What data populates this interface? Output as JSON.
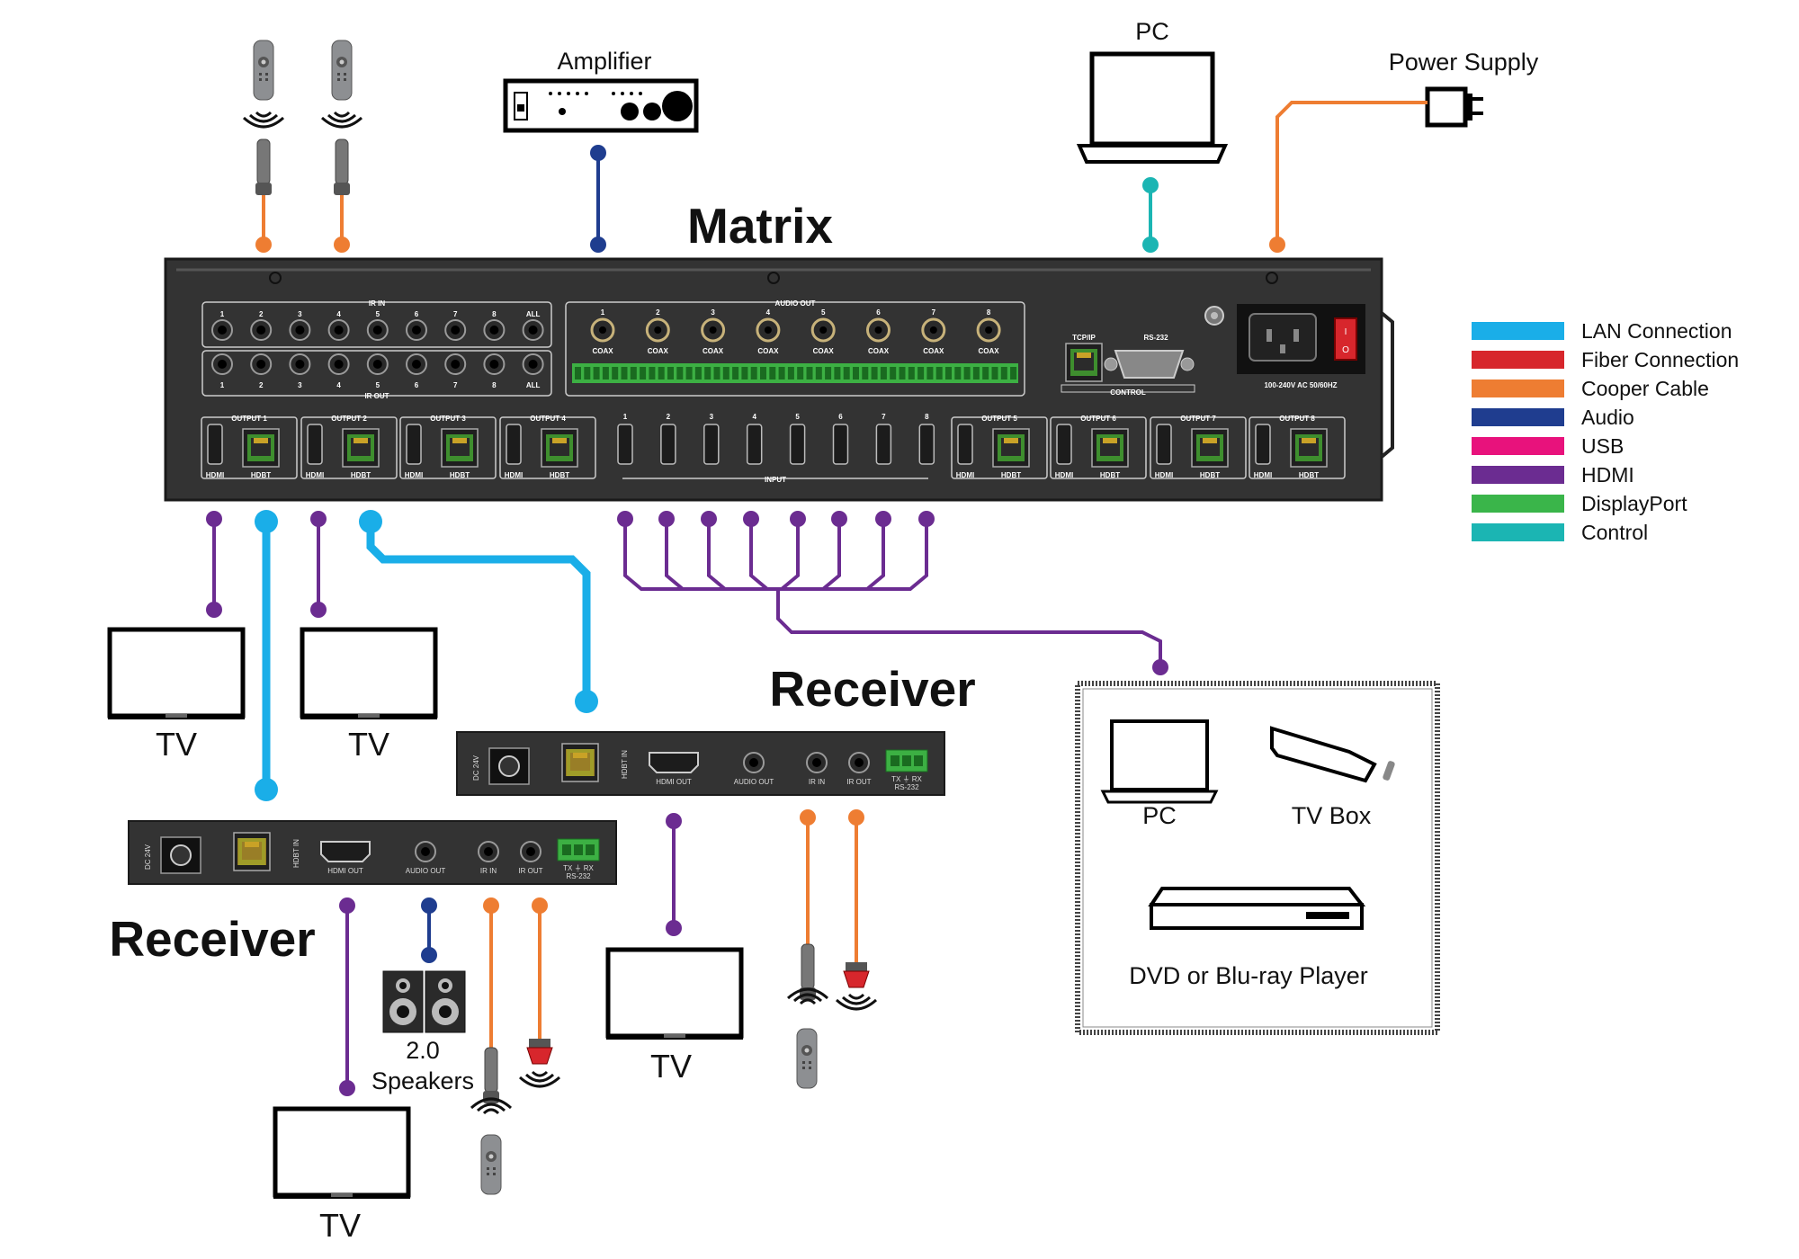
{
  "titles": {
    "matrix": "Matrix",
    "receiver_right": "Receiver",
    "receiver_left": "Receiver"
  },
  "devices": {
    "amplifier": "Amplifier",
    "pc_top": "PC",
    "power_supply": "Power Supply",
    "tv": "TV",
    "speakers_line1": "2.0",
    "speakers_line2": "Speakers",
    "source_pc": "PC",
    "source_tvbox": "TV Box",
    "source_dvd": "DVD or Blu-ray Player"
  },
  "legend": [
    {
      "label": "LAN Connection",
      "color": "#1aaee8"
    },
    {
      "label": "Fiber Connection",
      "color": "#d7262c"
    },
    {
      "label": "Cooper Cable",
      "color": "#ee7d32"
    },
    {
      "label": "Audio",
      "color": "#1f3d8f"
    },
    {
      "label": "USB",
      "color": "#e8127c"
    },
    {
      "label": "HDMI",
      "color": "#6b2c91"
    },
    {
      "label": "DisplayPort",
      "color": "#3ab54a"
    },
    {
      "label": "Control",
      "color": "#1bb5b3"
    }
  ],
  "panel": {
    "ir_in": "IR IN",
    "ir_out": "IR OUT",
    "ir_numbers": [
      "1",
      "2",
      "3",
      "4",
      "5",
      "6",
      "7",
      "8",
      "ALL"
    ],
    "audio_out": "AUDIO OUT",
    "audio_numbers": [
      "1",
      "2",
      "3",
      "4",
      "5",
      "6",
      "7",
      "8"
    ],
    "coax": "COAX",
    "tcpip": "TCP/IP",
    "rs232": "RS-232",
    "control": "CONTROL",
    "power_rating": "100-240V AC 50/60HZ",
    "outputs": [
      "OUTPUT 1",
      "OUTPUT 2",
      "OUTPUT 3",
      "OUTPUT 4",
      "OUTPUT 5",
      "OUTPUT 6",
      "OUTPUT 7",
      "OUTPUT 8"
    ],
    "hdmi": "HDMI",
    "hdbt": "HDBT",
    "input": "INPUT",
    "input_numbers": [
      "1",
      "2",
      "3",
      "4",
      "5",
      "6",
      "7",
      "8"
    ]
  },
  "receiver_panel": {
    "dc": "DC 24V",
    "hdbt_in": "HDBT IN",
    "hdmi_out": "HDMI OUT",
    "audio_out": "AUDIO OUT",
    "ir_in": "IR IN",
    "ir_out": "IR OUT",
    "txrx": "TX ⏚ RX",
    "rs232": "RS-232"
  }
}
